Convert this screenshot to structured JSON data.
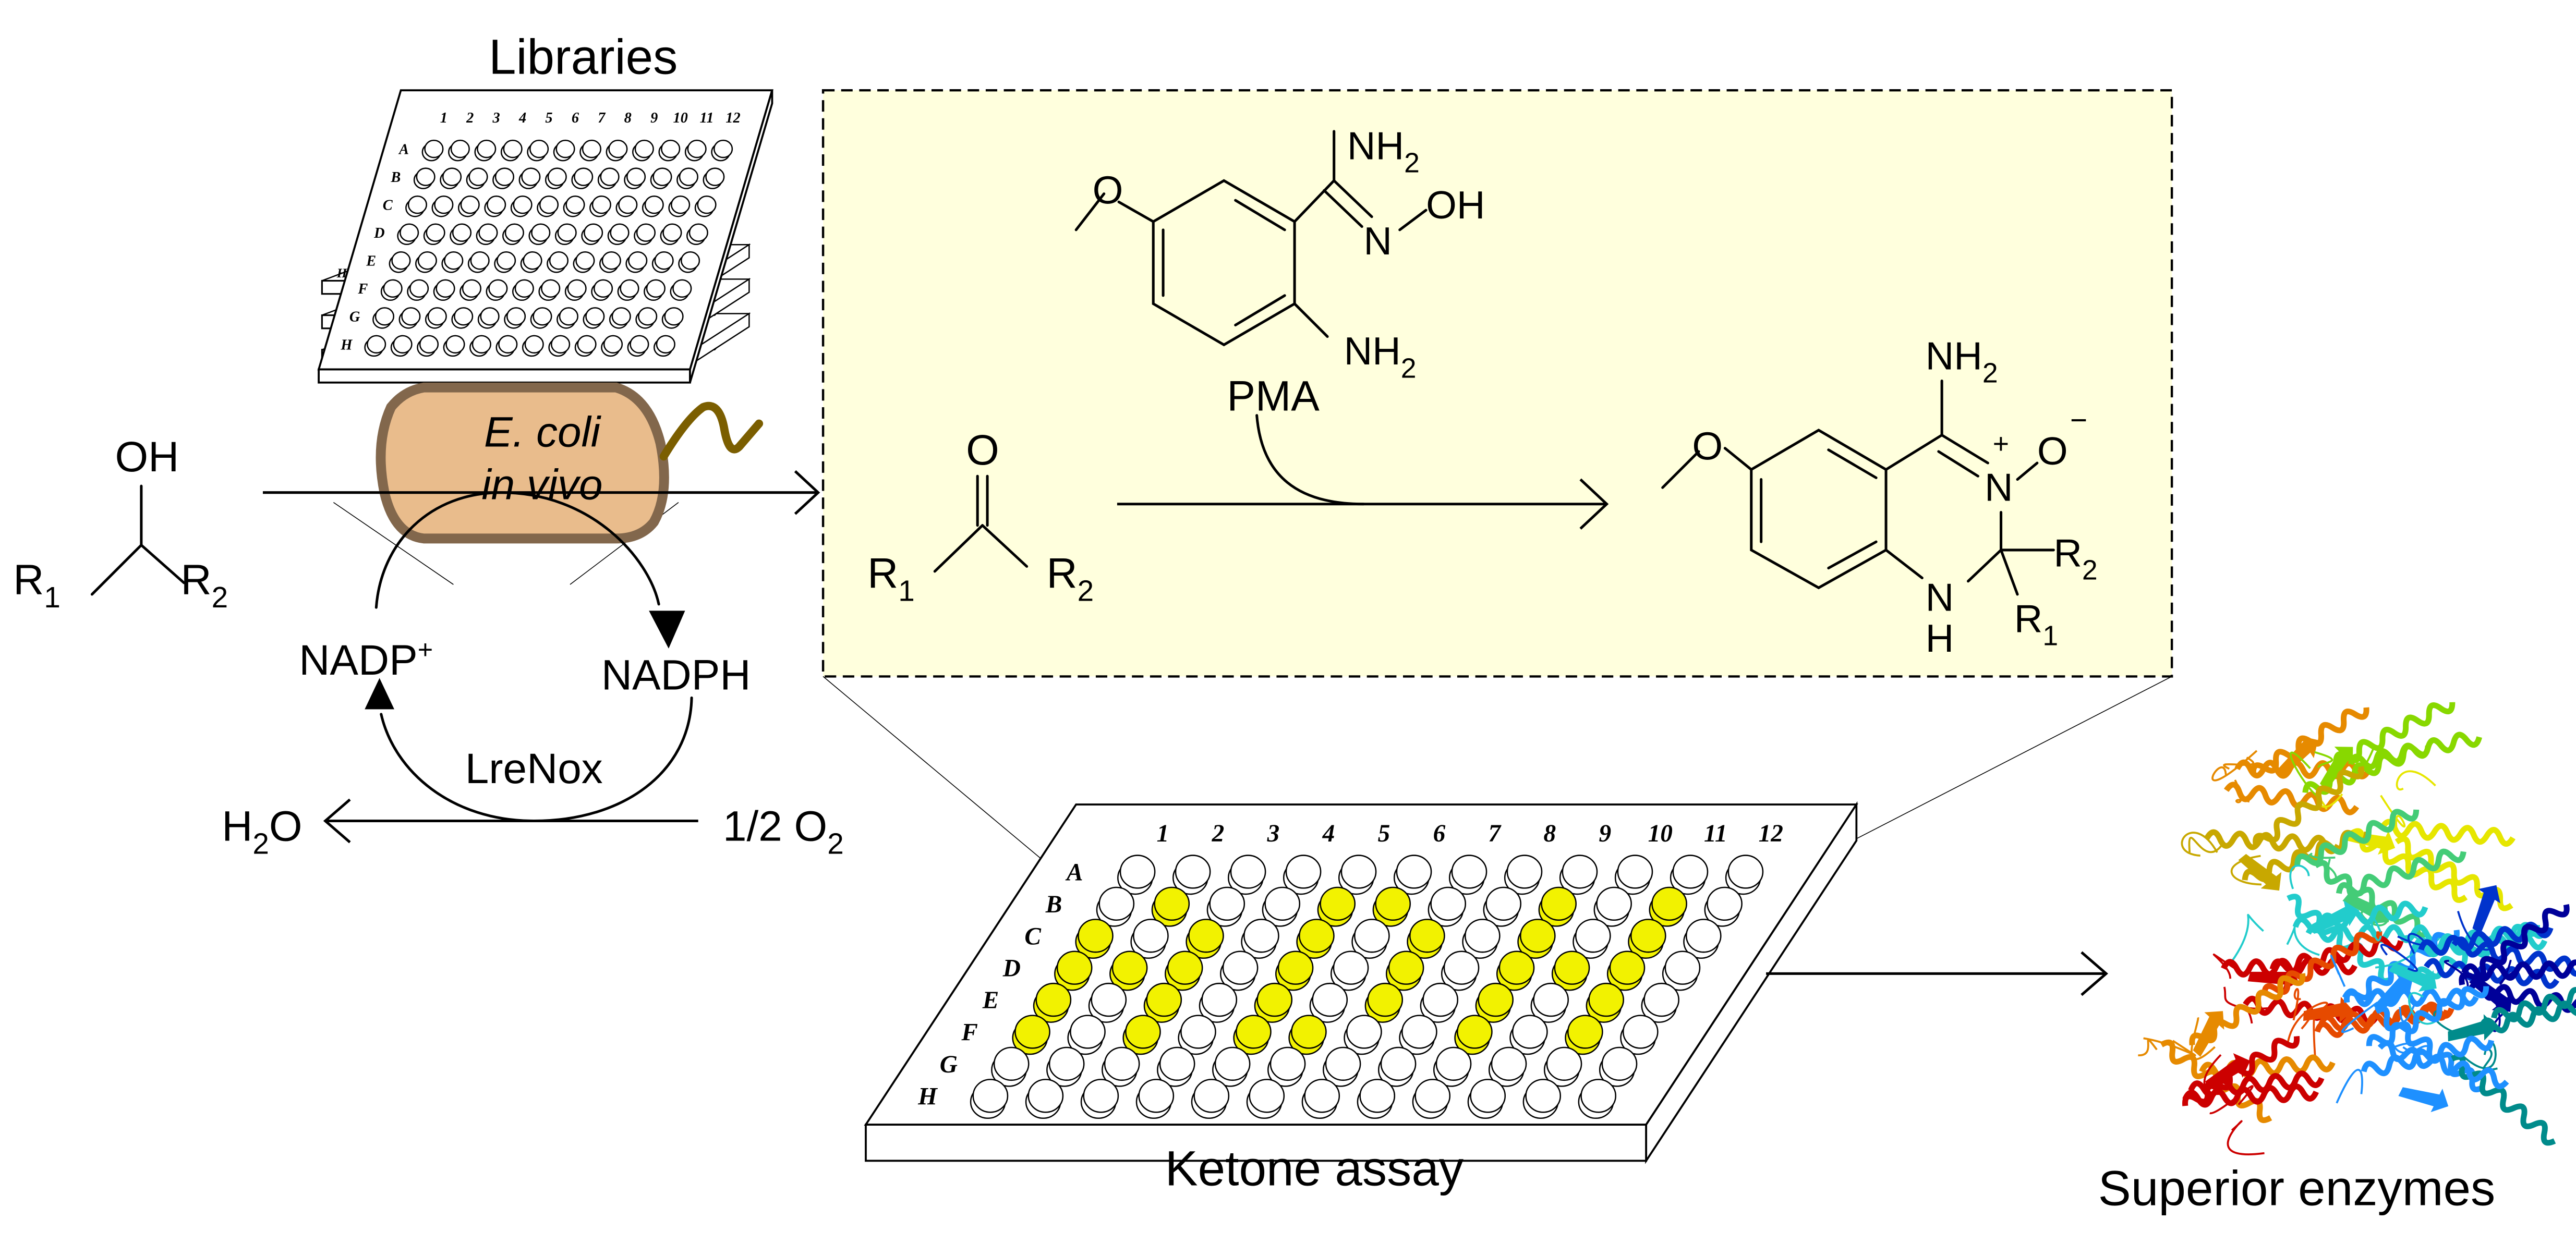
{
  "figure": {
    "libraries_label": "Libraries",
    "ketone_assay_label": "Ketone  assay",
    "superior_enzymes_label": "Superior enzymes"
  },
  "cell": {
    "line1": "E. coli",
    "line2": "in vivo",
    "fill_color": "#E9BC8C",
    "border_color": "#82674C",
    "flagellum_color": "#7B5E00"
  },
  "substrate": {
    "oh": "OH",
    "r1": "R",
    "r1_sub": "1",
    "r2": "R",
    "r2_sub": "2"
  },
  "cofactor_cycle": {
    "nadp_plus": "NADP",
    "nadp_plus_sup": "+",
    "nadph": "NADPH",
    "enzyme": "LreNox",
    "water_h": "H",
    "water_sub": "2",
    "water_o": "O",
    "oxygen_prefix": "1/2 O",
    "oxygen_sub": "2"
  },
  "reaction_box": {
    "background_color": "#FFFFDD",
    "ketone": {
      "o": "O",
      "r1": "R",
      "r1_sub": "1",
      "r2": "R",
      "r2_sub": "2"
    },
    "reagent": {
      "name": "PMA",
      "nh2_top": "NH",
      "nh2_top_sub": "2",
      "oh": "OH",
      "n": "N",
      "nh2_bottom": "NH",
      "nh2_bottom_sub": "2",
      "methoxy_o": "O"
    },
    "product": {
      "nh2": "NH",
      "nh2_sub": "2",
      "n_plus": "N",
      "plus": "+",
      "o_minus": "O",
      "minus": "−",
      "nh_n": "N",
      "nh_h": "H",
      "r2": "R",
      "r2_sub": "2",
      "r1": "R",
      "r1_sub": "1",
      "methoxy_o": "O"
    }
  },
  "library_plate": {
    "columns": [
      "1",
      "2",
      "3",
      "4",
      "5",
      "6",
      "7",
      "8",
      "9",
      "10",
      "11",
      "12"
    ],
    "rows": [
      "A",
      "B",
      "C",
      "D",
      "E",
      "F",
      "G",
      "H"
    ],
    "stacked_plates": 4,
    "stack_row_label": "H"
  },
  "assay_plate": {
    "columns": [
      "1",
      "2",
      "3",
      "4",
      "5",
      "6",
      "7",
      "8",
      "9",
      "10",
      "11",
      "12"
    ],
    "rows": [
      "A",
      "B",
      "C",
      "D",
      "E",
      "F",
      "G",
      "H"
    ],
    "positive_color": "#F2F200",
    "negative_color": "#FFFFFF",
    "positive_wells": {
      "A": [],
      "B": [
        2,
        5,
        6,
        9,
        11
      ],
      "C": [
        1,
        3,
        5,
        7,
        9,
        11
      ],
      "D": [
        1,
        2,
        3,
        5,
        7,
        9,
        10,
        11
      ],
      "E": [
        1,
        3,
        5,
        7,
        9,
        11
      ],
      "F": [
        1,
        3,
        5,
        6,
        9,
        11
      ],
      "G": [],
      "H": []
    }
  },
  "protein": {
    "description": "ribbon structure colored rainbow",
    "palette": [
      "#CC0000",
      "#E64A00",
      "#E68A00",
      "#C8A800",
      "#E6E600",
      "#88D800",
      "#44CC77",
      "#22CCCC",
      "#1E90FF",
      "#0033CC",
      "#000099",
      "#008B8B"
    ]
  }
}
